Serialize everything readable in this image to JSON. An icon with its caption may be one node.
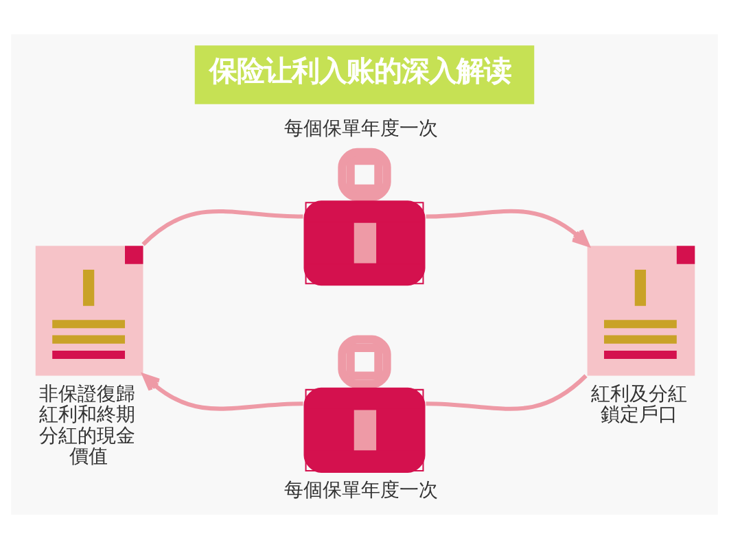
{
  "diagram": {
    "title": "保险让利入账的深入解读",
    "nodes": [
      {
        "text": [],
        "shape": "picture",
        "beside": [
          "非保證復歸紅利和終期分紅的現金價值"
        ]
      },
      {
        "text": [],
        "shape": "picture",
        "beside": [
          "每個保單年度一次"
        ]
      },
      {
        "text": [],
        "shape": "picture",
        "beside": [
          "紅利及分紅鎖定戶口"
        ]
      },
      {
        "text": [],
        "shape": "picture",
        "beside": [
          "每個保單年度一次"
        ]
      }
    ],
    "edges": [
      {
        "from": 0,
        "to": 1,
        "arrow": "none"
      },
      {
        "from": 1,
        "to": 2,
        "arrow": "to"
      },
      {
        "from": 2,
        "to": 3,
        "arrow": "none"
      },
      {
        "from": 3,
        "to": 0,
        "arrow": "to"
      }
    ]
  }
}
